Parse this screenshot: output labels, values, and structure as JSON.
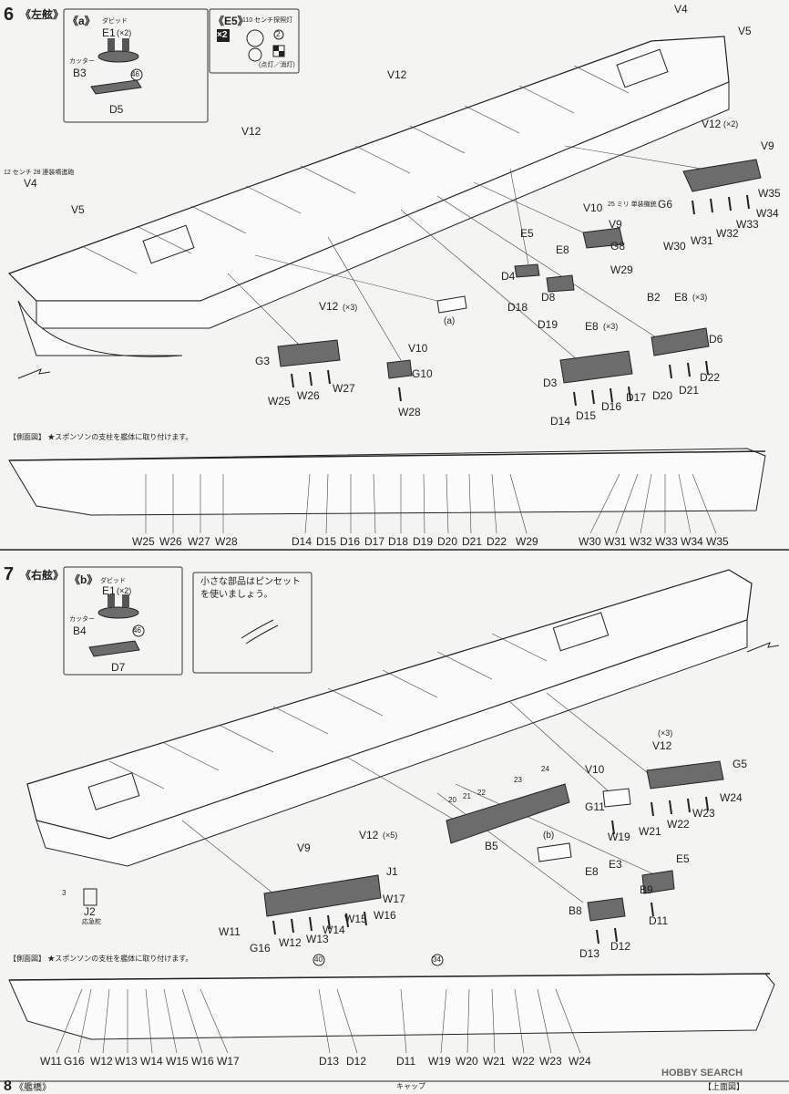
{
  "step6": {
    "number": "6",
    "title": "《左舷》",
    "inset_a": {
      "title": "《a》",
      "dabido": "ダビッド",
      "e1": "E1",
      "e1_qty": "(×2)",
      "cutter": "カッター",
      "b3": "B3",
      "d5": "D5",
      "mark46": "46"
    },
    "inset_e5": {
      "title": "《E5》",
      "subtitle": "110 センチ探照灯",
      "x2": "×2",
      "mark2": "2",
      "note": "(点灯／消灯)"
    },
    "note_12cm": "12 センチ 28 連装噴進砲",
    "labels": {
      "v4_top": "V4",
      "v5_top": "V5",
      "v12_a": "V12",
      "v12_b": "V12",
      "v12_x2": "V12",
      "x2": "(×2)",
      "v9_a": "V9",
      "w35": "W35",
      "w34": "W34",
      "w33": "W33",
      "w32": "W32",
      "w31": "W31",
      "w30": "W30",
      "g6": "G6",
      "v4_left": "V4",
      "v5_left": "V5",
      "v10_a": "V10",
      "note_25mm": "25 ミリ 単装機銃",
      "v9_b": "V9",
      "g8": "G8",
      "w29": "W29",
      "e5": "E5",
      "e8_a": "E8",
      "d4": "D4",
      "d8": "D8",
      "d18": "D18",
      "d19": "D19",
      "b2": "B2",
      "e8_b": "E8",
      "x3_b": "(×3)",
      "d6": "D6",
      "e8_c": "E8",
      "x3_c": "(×3)",
      "d22": "D22",
      "d21": "D21",
      "d20": "D20",
      "d3": "D3",
      "d17": "D17",
      "d16": "D16",
      "d15": "D15",
      "d14": "D14",
      "a_mark": "(a)",
      "v12_x3": "V12",
      "x3_a": "(×3)",
      "g3": "G3",
      "w27": "W27",
      "w26": "W26",
      "w25": "W25",
      "v10_b": "V10",
      "g10": "G10",
      "w28": "W28"
    },
    "side_note": "【側面図】 ★スポンソンの支柱を艦体に取り付けます。",
    "bottom_labels": [
      "W25",
      "W26",
      "W27",
      "W28",
      "D14",
      "D15",
      "D16",
      "D17",
      "D18",
      "D19",
      "D20",
      "D21",
      "D22",
      "W29",
      "W30",
      "W31",
      "W32",
      "W33",
      "W34",
      "W35"
    ]
  },
  "step7": {
    "number": "7",
    "title": "《右舷》",
    "inset_b": {
      "title": "《b》",
      "dabido": "ダビッド",
      "e1": "E1",
      "e1_qty": "(×2)",
      "cutter": "カッター",
      "b4": "B4",
      "d7": "D7",
      "mark46": "46"
    },
    "tip": "小さな部品はピンセットを使いましょう。",
    "labels": {
      "x3_top": "(×3)",
      "v12_a": "V12",
      "g5": "G5",
      "w24": "W24",
      "w23": "W23",
      "w22": "W22",
      "w21": "W21",
      "v10": "V10",
      "g11": "G11",
      "w19": "W19",
      "m24": "24",
      "m23": "23",
      "m22": "22",
      "m21": "21",
      "m20": "20",
      "b5": "B5",
      "b_mark": "(b)",
      "e5": "E5",
      "b9": "B9",
      "d11": "D11",
      "e8": "E8",
      "e3": "E3",
      "b8": "B8",
      "d12": "D12",
      "d13": "D13",
      "v9": "V9",
      "v12_b": "V12",
      "x5": "(×5)",
      "j1": "J1",
      "w17": "W17",
      "w16": "W16",
      "w15": "W15",
      "w14": "W14",
      "w13": "W13",
      "w12": "W12",
      "w11": "W11",
      "g16": "G16",
      "m3": "3",
      "j2": "J2",
      "j2_note": "応急舵"
    },
    "side_note": "【側面図】 ★スポンソンの支柱を艦体に取り付けます。",
    "m40": "40",
    "m34": "34",
    "bottom_labels": [
      "W11",
      "G16",
      "W12",
      "W13",
      "W14",
      "W15",
      "W16",
      "W17",
      "D13",
      "D12",
      "D11",
      "W19",
      "W20",
      "W21",
      "W22",
      "W23",
      "W24"
    ]
  },
  "step8": {
    "number": "8",
    "title": "《艦橋》",
    "cap": "キャップ",
    "upper": "【上面図】"
  },
  "watermark": "HOBBY SEARCH"
}
